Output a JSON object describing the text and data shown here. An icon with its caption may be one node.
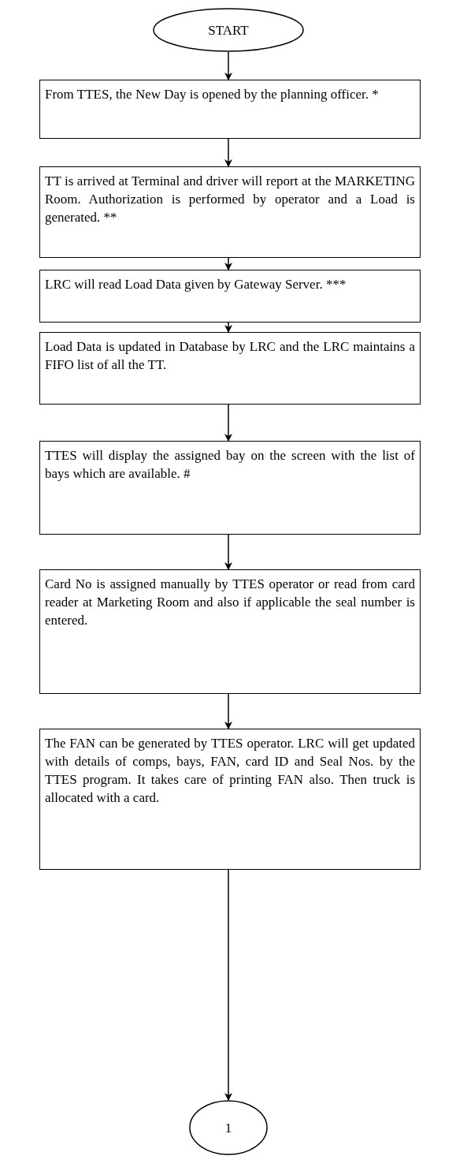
{
  "diagram": {
    "nodes": [
      {
        "text": [
          "START"
        ]
      },
      {
        "text": [
          "From TTES, the New Day is opened by the planning officer. *"
        ]
      },
      {
        "text": [
          "TT is arrived at Terminal and driver will report at the MARKETING Room. Authorization is performed by operator and a Load is generated. **"
        ]
      },
      {
        "text": [
          "LRC will read Load Data given by Gateway Server. ***"
        ]
      },
      {
        "text": [
          "Load Data is updated in Database by LRC and the LRC maintains a FIFO list of all the TT."
        ]
      },
      {
        "text": [
          "TTES will display the assigned bay on the screen with the list of bays which are available. #"
        ]
      },
      {
        "text": [
          "Card No is assigned manually by TTES operator or read from card reader at Marketing Room and also if applicable the seal number is entered."
        ]
      },
      {
        "text": [
          "The FAN can be generated by TTES operator. LRC will get updated with details of comps, bays, FAN, card ID and Seal Nos. by the TTES program. It takes care of printing FAN also. Then truck is allocated with a card."
        ]
      },
      {
        "text": [
          "1"
        ]
      }
    ],
    "edges": [
      {
        "from": 0,
        "to": 1,
        "arrow": "to"
      },
      {
        "from": 1,
        "to": 2,
        "arrow": "to"
      },
      {
        "from": 2,
        "to": 3,
        "arrow": "to"
      },
      {
        "from": 3,
        "to": 4,
        "arrow": "to"
      },
      {
        "from": 4,
        "to": 5,
        "arrow": "to"
      },
      {
        "from": 5,
        "to": 6,
        "arrow": "to"
      },
      {
        "from": 6,
        "to": 7,
        "arrow": "to"
      },
      {
        "from": 7,
        "to": 8,
        "arrow": "to"
      }
    ]
  }
}
